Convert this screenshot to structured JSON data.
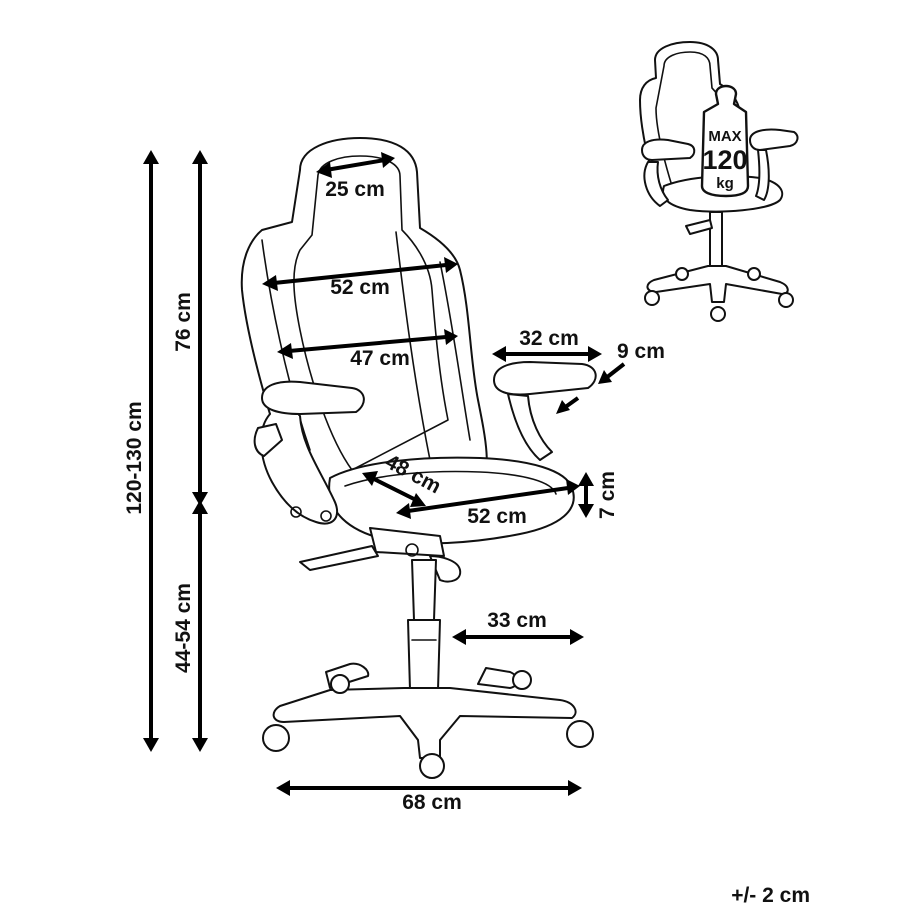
{
  "dimensions": {
    "headrest_width": "25 cm",
    "upper_back_width": "52 cm",
    "lower_back_width": "47 cm",
    "armrest_length": "32 cm",
    "armrest_width": "9 cm",
    "seat_depth": "48 cm",
    "seat_width": "52 cm",
    "seat_thickness": "7 cm",
    "base_radius": "33 cm",
    "base_width": "68 cm",
    "backrest_height": "76 cm",
    "total_height": "120-130 cm",
    "seat_height": "44-54 cm"
  },
  "badge": {
    "max_label": "MAX",
    "value": "120",
    "unit": "kg"
  },
  "tolerance": "+/- 2 cm"
}
